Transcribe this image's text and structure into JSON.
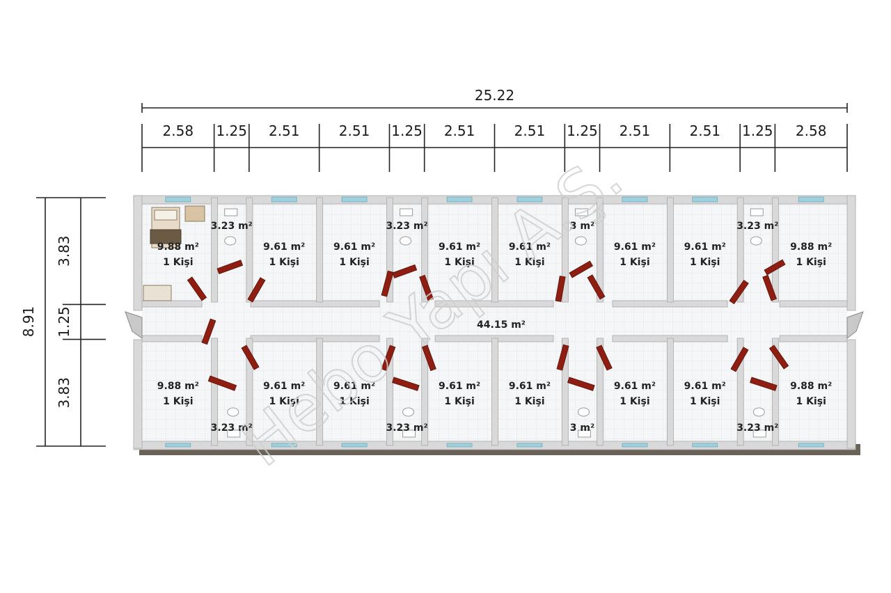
{
  "dimensions": {
    "total_width": "25.22",
    "segments": [
      "2.58",
      "1.25",
      "2.51",
      "2.51",
      "1.25",
      "2.51",
      "2.51",
      "1.25",
      "2.51",
      "2.51",
      "1.25",
      "2.58"
    ],
    "total_height": "8.91",
    "vertical_segments": [
      "3.83",
      "1.25",
      "3.83"
    ]
  },
  "watermark": "Hebo Yapı A.Ş.",
  "corridor": {
    "area": "44.15 m²"
  },
  "rooms_top": [
    {
      "area": "9.88 m²",
      "occupancy": "1 Kişi"
    },
    {
      "area": "3.23 m²",
      "occupancy": ""
    },
    {
      "area": "9.61 m²",
      "occupancy": "1 Kişi"
    },
    {
      "area": "9.61 m²",
      "occupancy": "1 Kişi"
    },
    {
      "area": "3.23 m²",
      "occupancy": ""
    },
    {
      "area": "9.61 m²",
      "occupancy": "1 Kişi"
    },
    {
      "area": "9.61 m²",
      "occupancy": "1 Kişi"
    },
    {
      "area": "3 m²",
      "occupancy": ""
    },
    {
      "area": "9.61 m²",
      "occupancy": "1 Kişi"
    },
    {
      "area": "9.61 m²",
      "occupancy": "1 Kişi"
    },
    {
      "area": "3.23 m²",
      "occupancy": ""
    },
    {
      "area": "9.88 m²",
      "occupancy": "1 Kişi"
    }
  ],
  "rooms_bottom": [
    {
      "area": "9.88 m²",
      "occupancy": "1 Kişi"
    },
    {
      "area": "3.23 m²",
      "occupancy": ""
    },
    {
      "area": "9.61 m²",
      "occupancy": "1 Kişi"
    },
    {
      "area": "9.61 m²",
      "occupancy": "1 Kişi"
    },
    {
      "area": "3.23 m²",
      "occupancy": ""
    },
    {
      "area": "9.61 m²",
      "occupancy": "1 Kişi"
    },
    {
      "area": "9.61 m²",
      "occupancy": "1 Kişi"
    },
    {
      "area": "3 m²",
      "occupancy": ""
    },
    {
      "area": "9.61 m²",
      "occupancy": "1 Kişi"
    },
    {
      "area": "9.61 m²",
      "occupancy": "1 Kişi"
    },
    {
      "area": "3.23 m²",
      "occupancy": ""
    },
    {
      "area": "9.88 m²",
      "occupancy": "1 Kişi"
    }
  ],
  "colors": {
    "wall": "#d9d9d9",
    "wall_edge": "#a8a8a8",
    "floor": "#f4f6f7",
    "door": "#8e1e12",
    "window": "#9fd0dd",
    "ground": "#6a6259",
    "dimension_line": "#222222"
  }
}
